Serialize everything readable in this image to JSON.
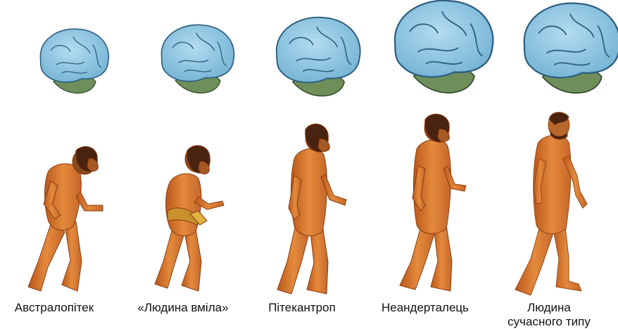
{
  "colors": {
    "brain_fill": "#8fc7e2",
    "brain_outline": "#2e5f80",
    "cerebellum_fill": "#6f8f5a",
    "skin_primary": "#d9782e",
    "skin_light": "#eba15c",
    "hair_dark": "#4a2210"
  },
  "stages": [
    {
      "id": "australopithecus",
      "label": "Австралопітек",
      "brain_icon": "small-brain-icon",
      "figure_icon": "stooped-hominid-icon"
    },
    {
      "id": "homo-habilis",
      "label": "«Людина вміла»",
      "brain_icon": "small-brain-icon",
      "figure_icon": "stooped-hominid-icon"
    },
    {
      "id": "pithecanthropus",
      "label": "Пітекантроп",
      "brain_icon": "medium-brain-icon",
      "figure_icon": "upright-hominid-icon"
    },
    {
      "id": "neanderthal",
      "label": "Неандерталець",
      "brain_icon": "large-brain-icon",
      "figure_icon": "upright-hominid-icon"
    },
    {
      "id": "modern-human",
      "label_line1": "Людина",
      "label_line2": "сучасного типу",
      "brain_icon": "large-brain-icon",
      "figure_icon": "modern-human-icon"
    }
  ]
}
